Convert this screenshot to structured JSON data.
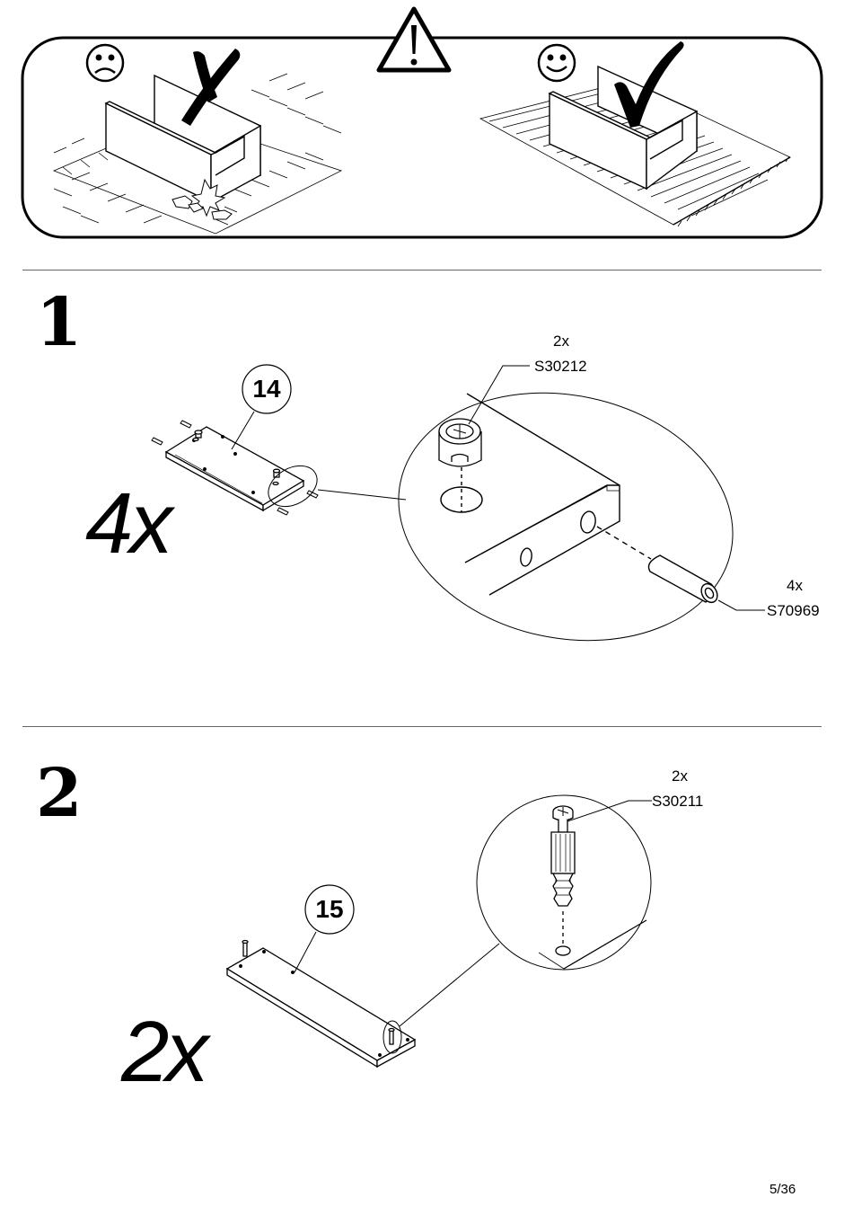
{
  "step1": {
    "number": "1",
    "quantity": "4x",
    "part_number": "14",
    "cam_lock": {
      "qty": "2x",
      "code": "S30212"
    },
    "dowel": {
      "qty": "4x",
      "code": "S70969"
    }
  },
  "step2": {
    "number": "2",
    "quantity": "2x",
    "part_number": "15",
    "cam_bolt": {
      "qty": "2x",
      "code": "S30211"
    }
  },
  "footer": {
    "page": "5/36"
  },
  "icons": [
    "sad-face-icon",
    "warning-triangle-icon",
    "happy-face-icon",
    "cross-mark-icon",
    "check-mark-icon"
  ]
}
